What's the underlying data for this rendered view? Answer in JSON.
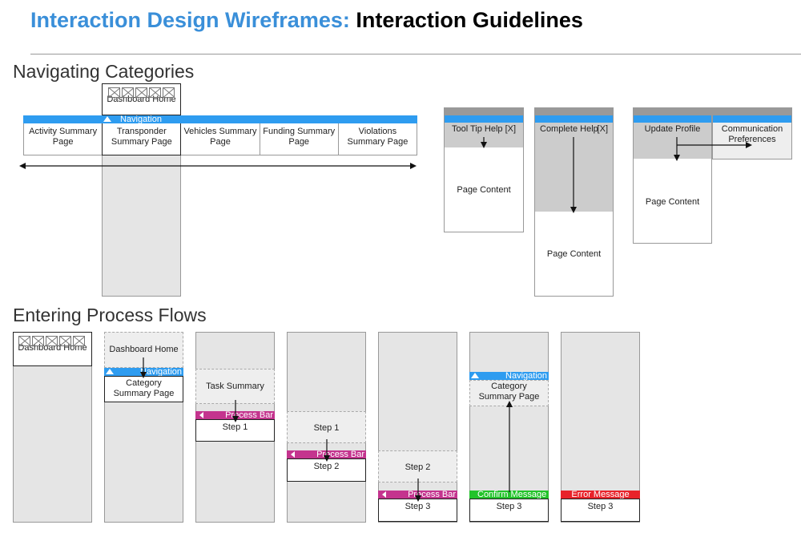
{
  "title": {
    "prefix": "Interaction Design Wireframes:",
    "suffix": "Interaction Guidelines"
  },
  "sections": {
    "navigating": "Navigating Categories",
    "entering": "Entering Process Flows"
  },
  "nav": {
    "dashboard_home": "Dashboard Home",
    "navigation_label": "Navigation",
    "tabs": [
      "Activity Summary Page",
      "Transponder Summary Page",
      "Vehicles Summary Page",
      "Funding Summary Page",
      "Violations Summary Page"
    ]
  },
  "help": {
    "tooltip": "Tool Tip Help [X]",
    "complete": "Complete Help",
    "complete_close": "[X]",
    "page_content": "Page Content",
    "update_profile": "Update Profile",
    "communication": "Communication Preferences"
  },
  "flow": {
    "dashboard_home": "Dashboard Home",
    "navigation": "Navigation",
    "category_summary": "Category Summary Page",
    "task_summary": "Task Summary",
    "process_bar": "Process Bar",
    "step1": "Step 1",
    "step2": "Step 2",
    "step3": "Step 3",
    "confirm": "Confirm Message",
    "error": "Error Message"
  },
  "colors": {
    "title_blue": "#3a8fd9",
    "navigation": "#2e9cf0",
    "process_bar": "#c4348e",
    "confirm": "#22c32a",
    "error": "#e8232a"
  }
}
